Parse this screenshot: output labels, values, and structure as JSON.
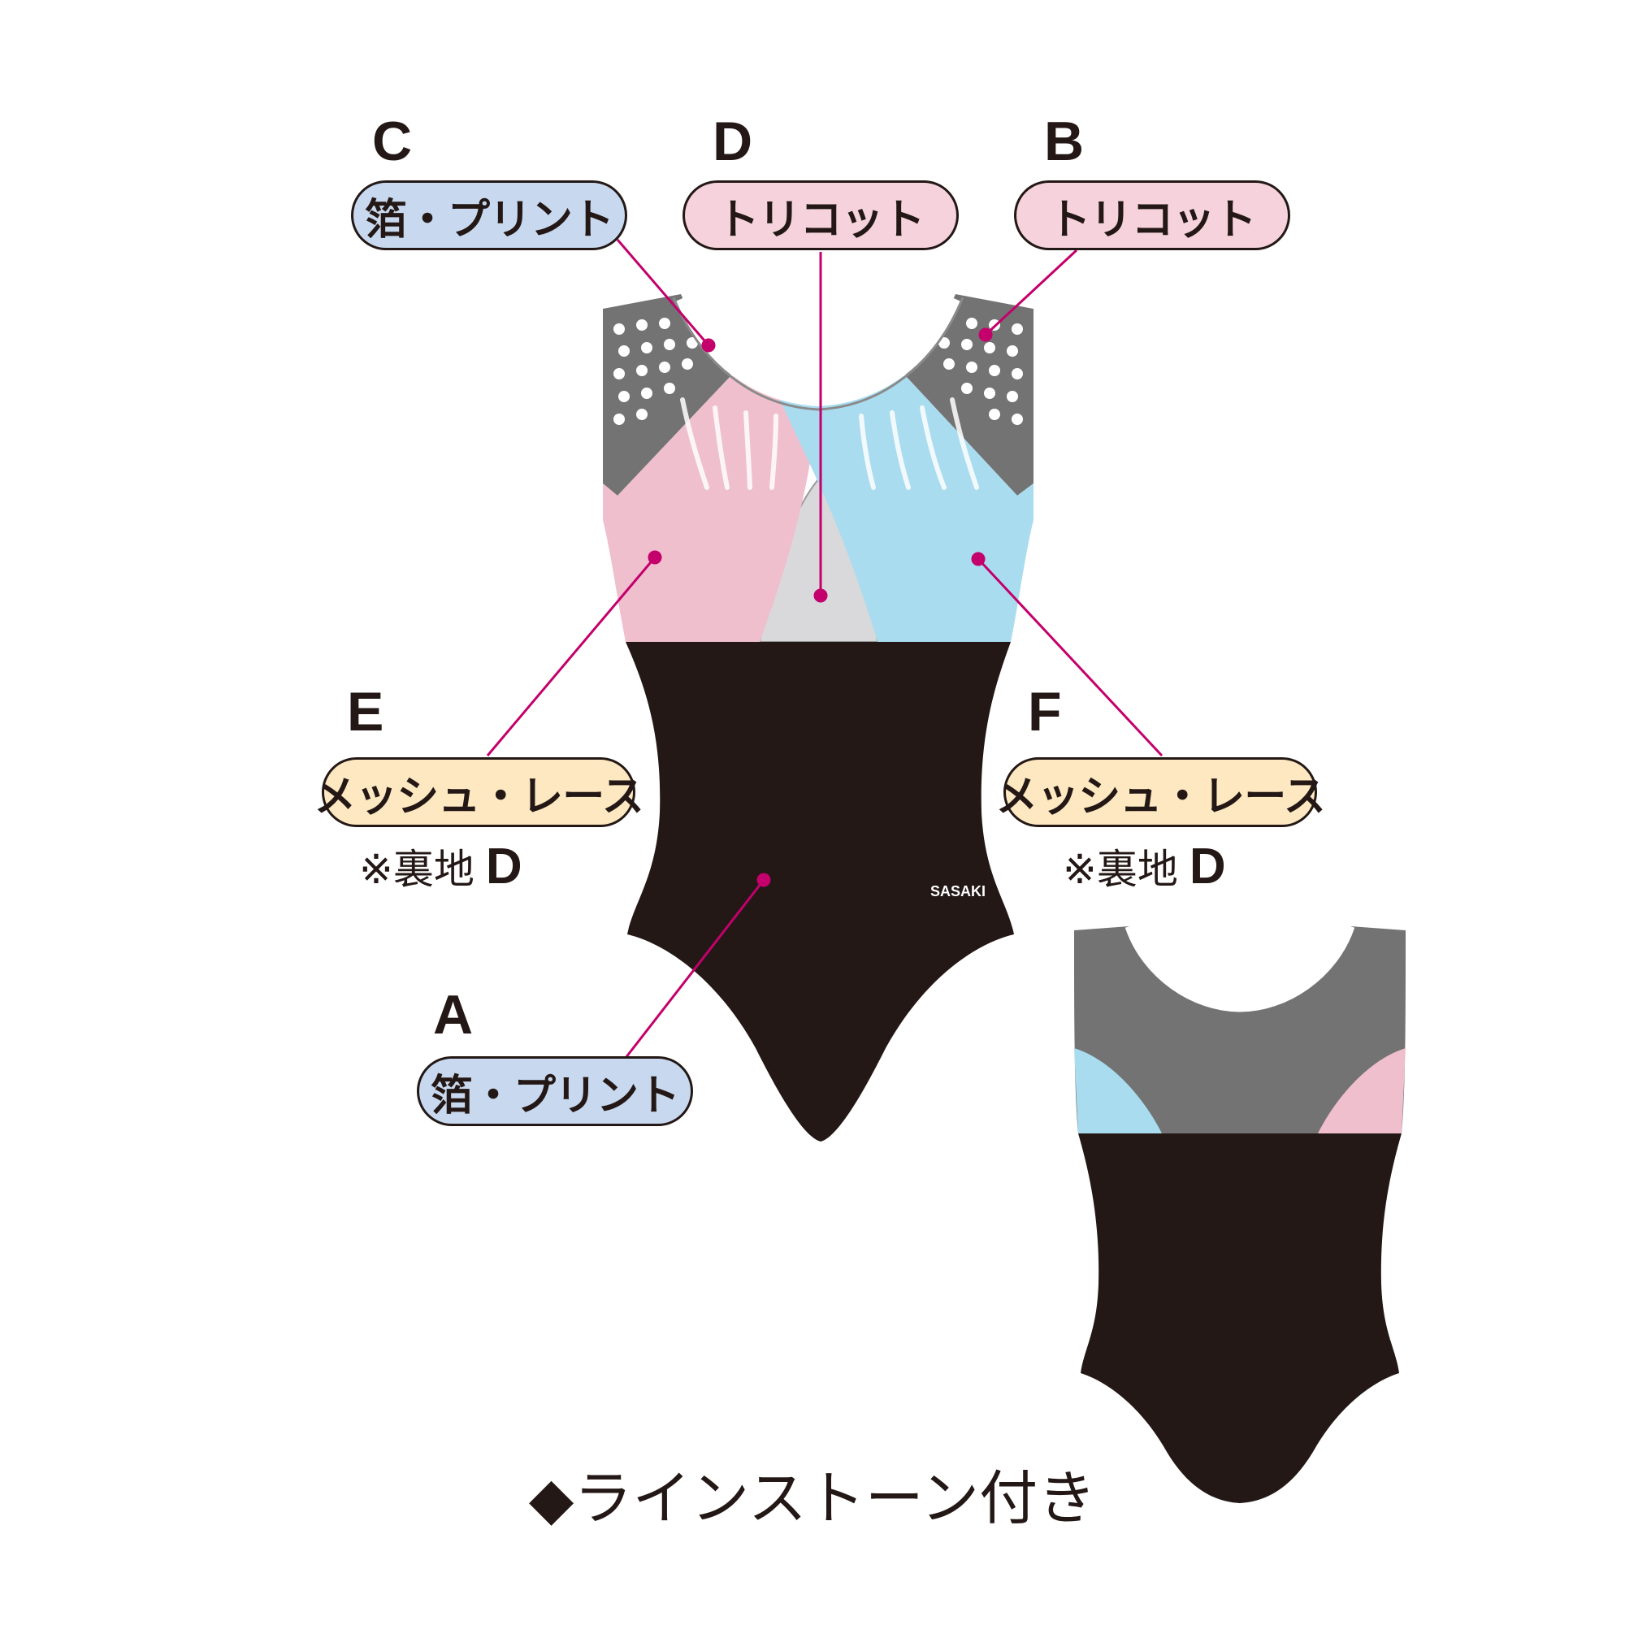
{
  "parts": [
    {
      "id": "C",
      "letter": "C",
      "label": "箔・プリント",
      "color": "#c8d9ef"
    },
    {
      "id": "D",
      "letter": "D",
      "label": "トリコット",
      "color": "#f6d3dc"
    },
    {
      "id": "B",
      "letter": "B",
      "label": "トリコット",
      "color": "#f6d3dc"
    },
    {
      "id": "E",
      "letter": "E",
      "label": "メッシュ・レース",
      "note_prefix": "※裏地",
      "note_ref": "D",
      "color": "#fde8c1"
    },
    {
      "id": "F",
      "letter": "F",
      "label": "メッシュ・レース",
      "note_prefix": "※裏地",
      "note_ref": "D",
      "color": "#fde8c1"
    },
    {
      "id": "A",
      "letter": "A",
      "label": "箔・プリント",
      "color": "#c8d9ef"
    }
  ],
  "colors": {
    "leader_line": "#c3006b",
    "pink_panel": "#efbfce",
    "blue_panel": "#a9dcef",
    "gray_panel": "#d9d9db",
    "shoulder_gray": "#737373",
    "body_black": "#231815"
  },
  "logo_text": "SASAKI",
  "caption": "◆ラインストーン付き"
}
